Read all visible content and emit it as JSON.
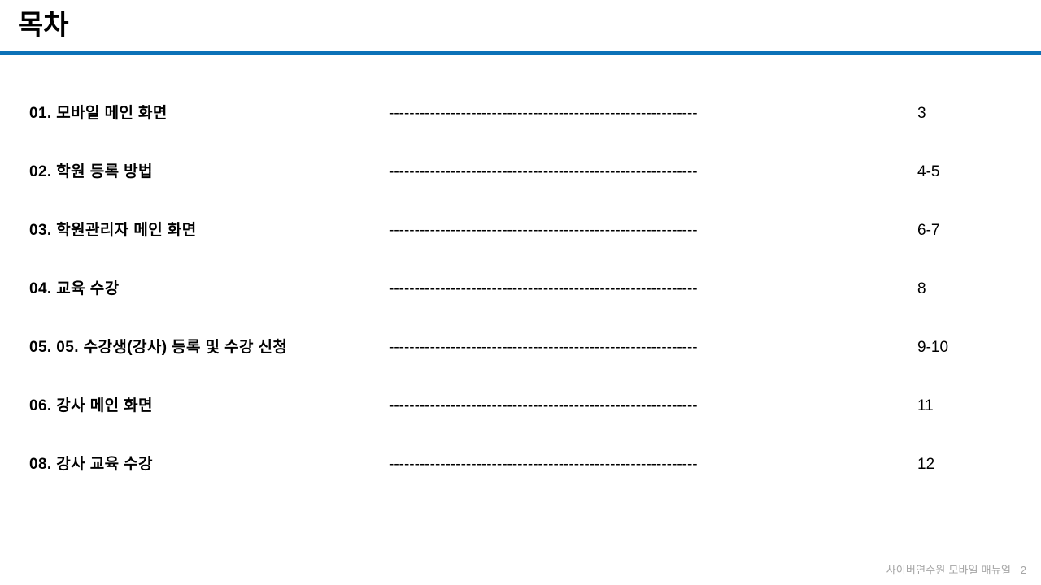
{
  "header": {
    "title": "목차",
    "rule_color": "#0c72b8"
  },
  "toc": {
    "leader": "------------------------------------------------------------",
    "items": [
      {
        "label": "01. 모바일 메인 화면",
        "page": "3"
      },
      {
        "label": "02. 학원 등록 방법",
        "page": "4-5"
      },
      {
        "label": "03. 학원관리자 메인 화면",
        "page": "6-7"
      },
      {
        "label": "04. 교육 수강",
        "page": "8"
      },
      {
        "label": "05. 05. 수강생(강사) 등록 및 수강 신청",
        "page": "9-10"
      },
      {
        "label": "06. 강사 메인 화면",
        "page": "11"
      },
      {
        "label": "08. 강사 교육 수강",
        "page": "12"
      }
    ]
  },
  "footer": {
    "text": "사이버연수원 모바일 매뉴얼",
    "page_number": "2",
    "color": "#a6a6a6"
  }
}
